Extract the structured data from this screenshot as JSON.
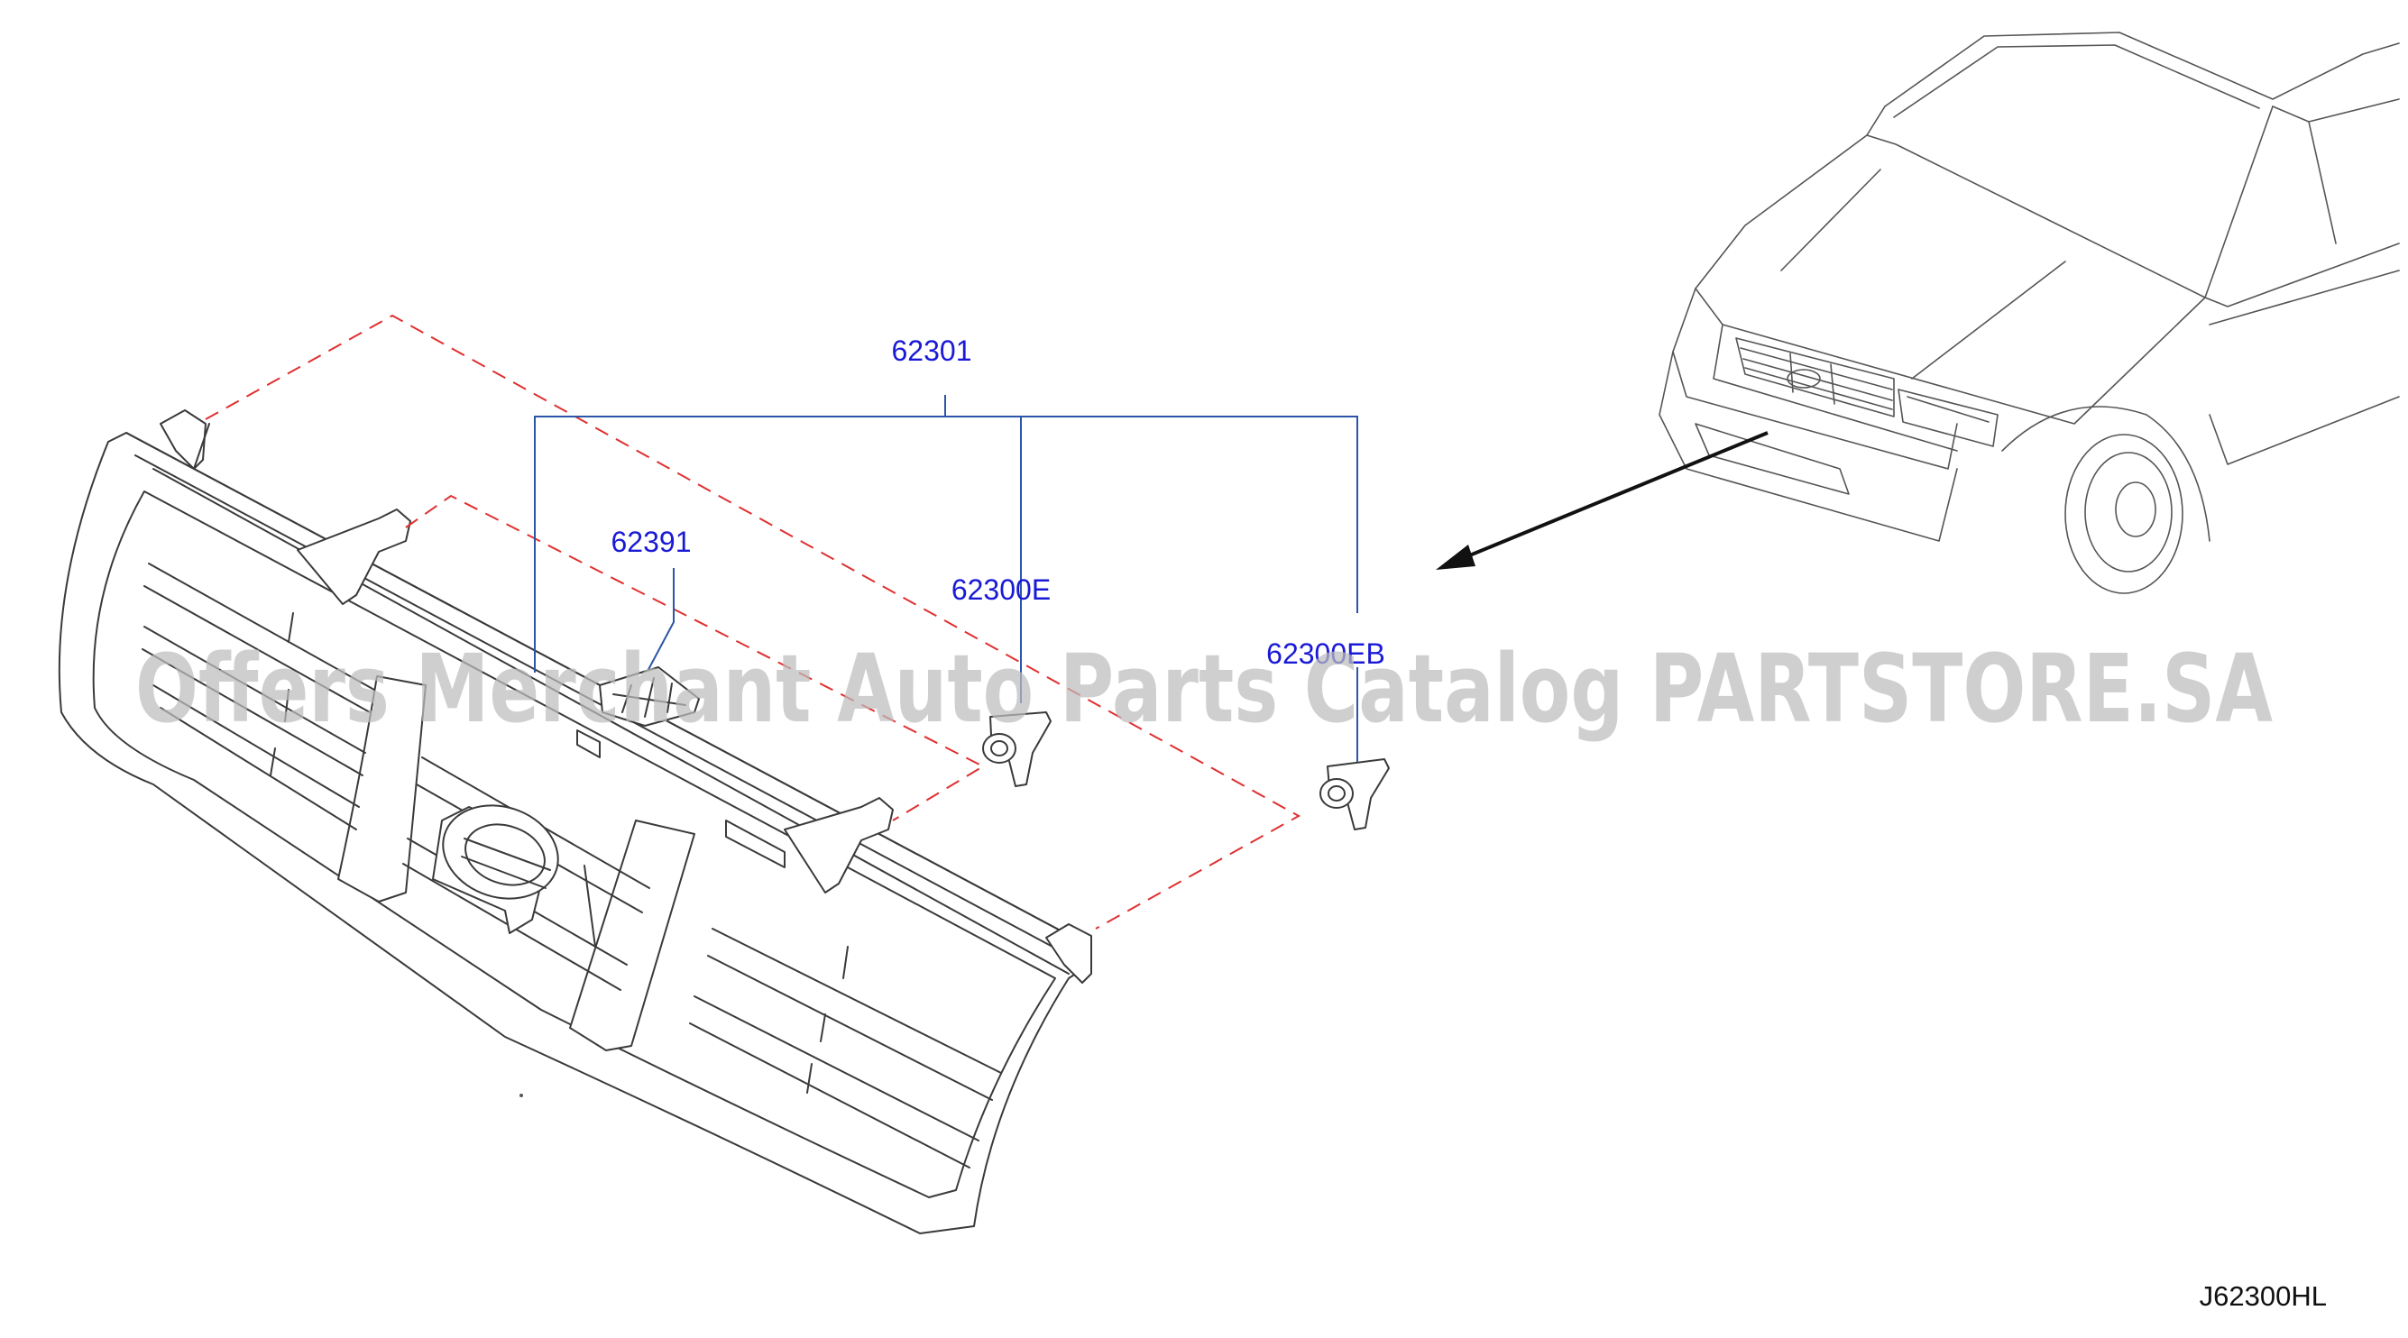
{
  "callouts": {
    "assembly": "62301",
    "emblem": "62391",
    "clip_e": "62300E",
    "clip_eb": "62300EB"
  },
  "diagram_id": "J62300HL",
  "watermark": "Offers Merchant Auto Parts Catalog PARTSTORE.SA",
  "colors": {
    "callout_text": "#1a1ad6",
    "leader_lines": "#2b55a8",
    "phantom_lines": "#e03030",
    "drawing_lines": "#3a3a3a"
  }
}
